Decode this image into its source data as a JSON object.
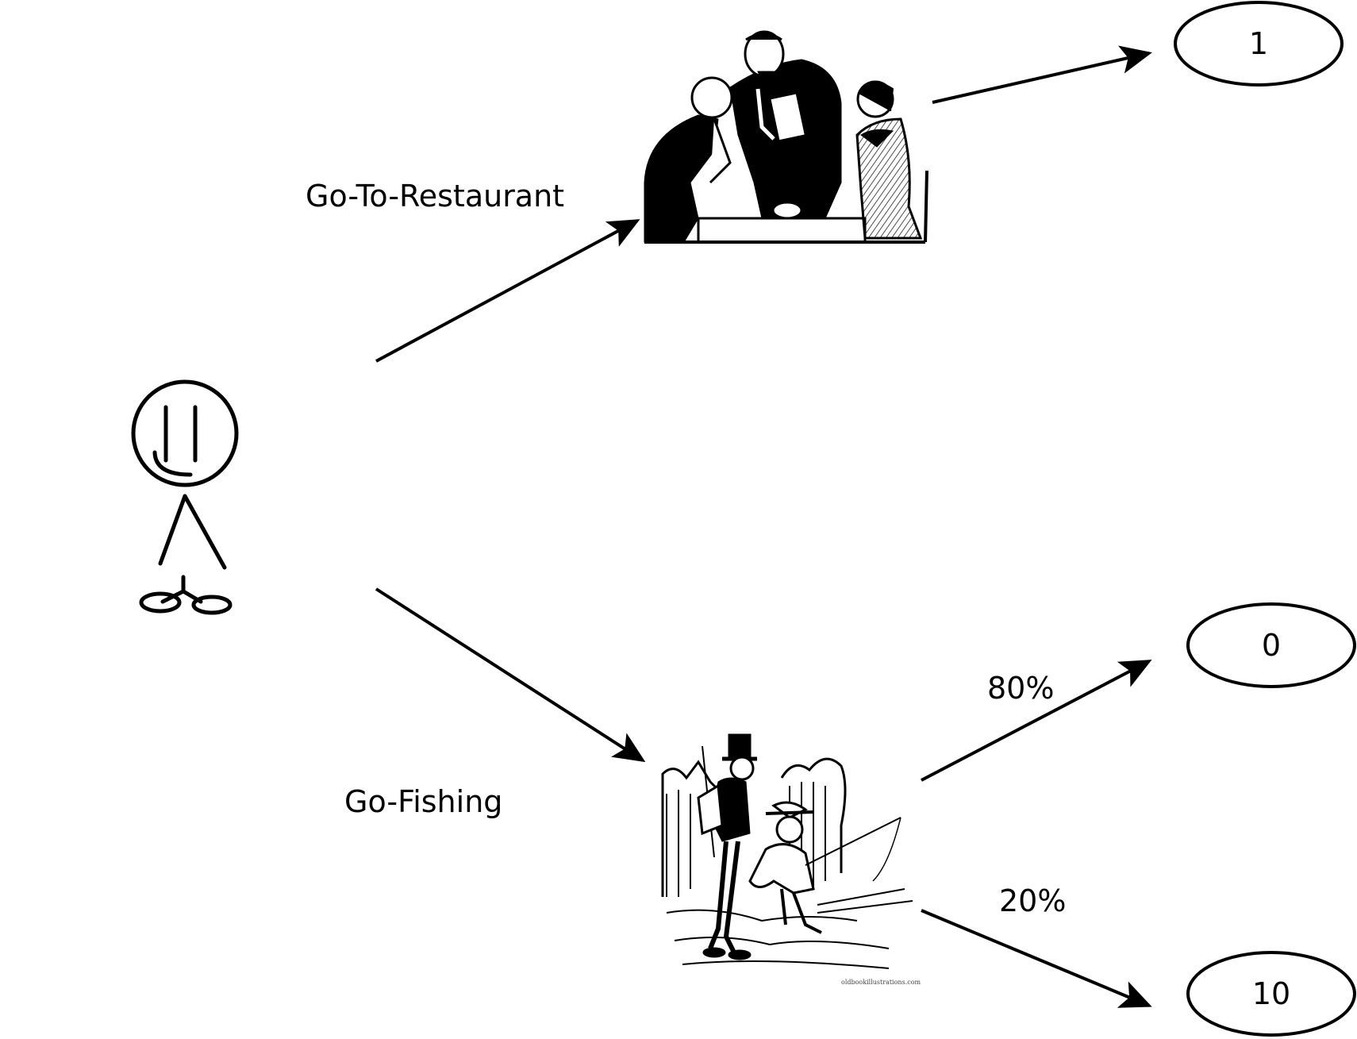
{
  "actions": {
    "restaurant_label": "Go-To-Restaurant",
    "fishing_label": "Go-Fishing"
  },
  "probabilities": {
    "fishing_zero": "80%",
    "fishing_ten": "20%"
  },
  "outcomes": {
    "restaurant": "1",
    "fishing_zero": "0",
    "fishing_ten": "10"
  },
  "images": {
    "restaurant": "restaurant-waiter-illustration",
    "fishing": "fishing-illustration",
    "fishing_credit": "oldbookillustrations.com"
  },
  "colors": {
    "ink": "#000000",
    "background": "#ffffff"
  }
}
